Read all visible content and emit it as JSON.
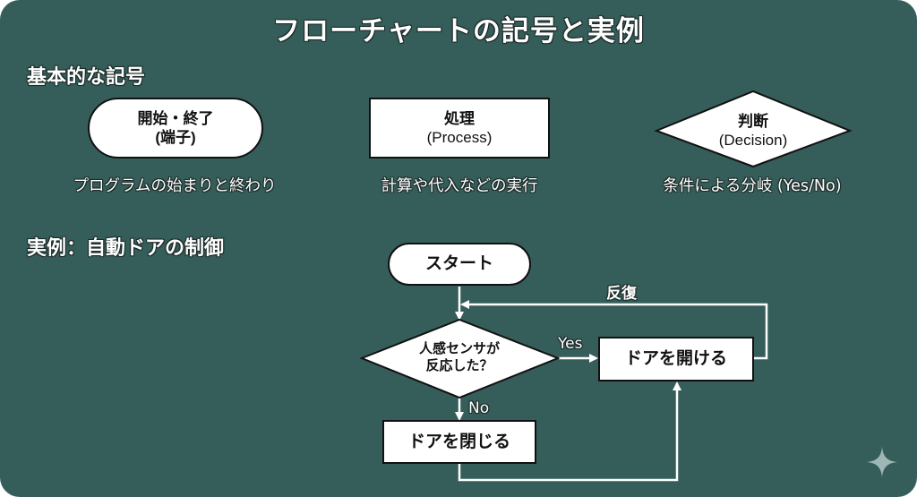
{
  "title": "フローチャートの記号と実例",
  "sections": {
    "basic_symbols": "基本的な記号",
    "example": "実例：自動ドアの制御"
  },
  "symbols": [
    {
      "name": "開始・終了",
      "sub": "(端子)",
      "caption": "プログラムの始まりと終わり",
      "shape": "terminal"
    },
    {
      "name": "処理",
      "sub": "(Process)",
      "caption": "計算や代入などの実行",
      "shape": "process"
    },
    {
      "name": "判断",
      "sub": "(Decision)",
      "caption": "条件による分岐 (Yes/No)",
      "shape": "decision"
    }
  ],
  "flow": {
    "start": "スタート",
    "decision_line1": "人感センサが",
    "decision_line2": "反応した？",
    "open_door": "ドアを開ける",
    "close_door": "ドアを閉じる",
    "yes_label": "Yes",
    "no_label": "No",
    "loop_label": "反復"
  },
  "colors": {
    "background": "#355e5a",
    "shape_fill": "#ffffff",
    "shape_stroke": "#111111",
    "connector": "#ffffff"
  },
  "watermark_icon": "sparkle-icon"
}
